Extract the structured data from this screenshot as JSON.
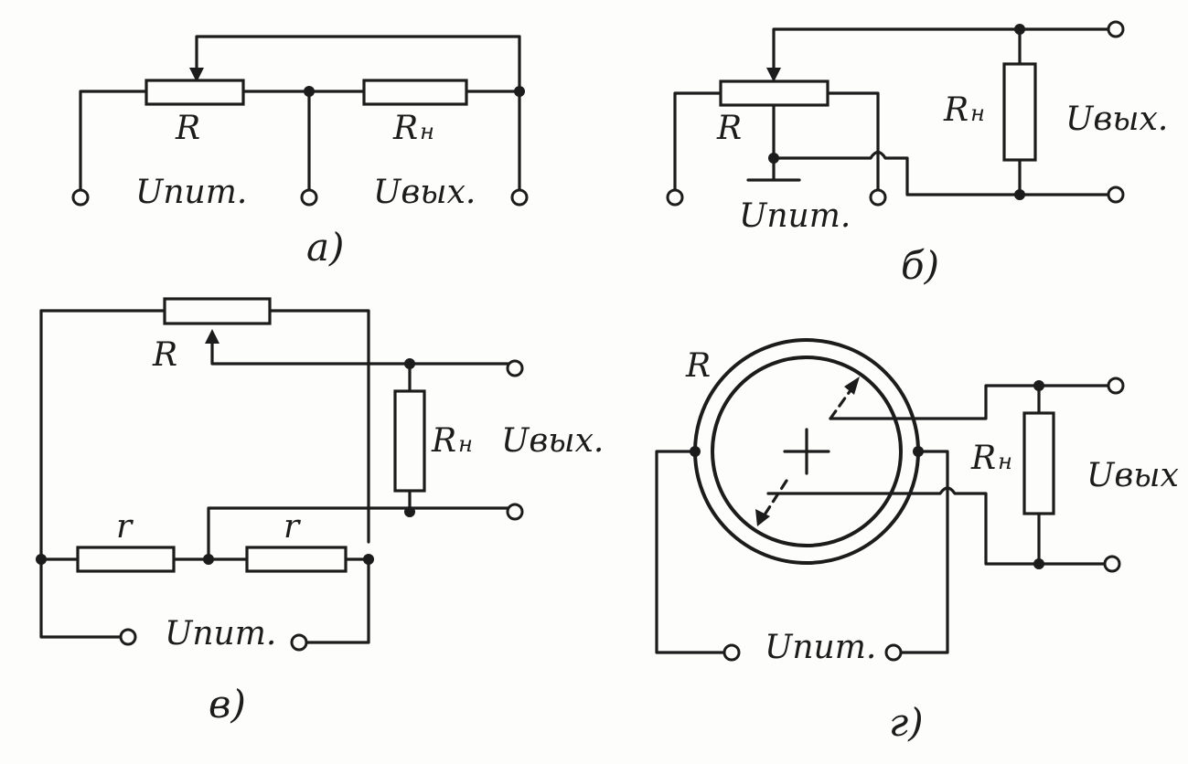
{
  "colors": {
    "ink": "#1c1c1c",
    "paper": "#fdfdfb"
  },
  "labels": {
    "R": "R",
    "R_load_main": "R",
    "R_load_sub": "н",
    "u_supply": "Uпит.",
    "u_out": "Uвых.",
    "u_out_plain": "Uвых",
    "r_small": "r"
  },
  "captions": {
    "a": "а)",
    "b": "б)",
    "v": "в)",
    "g": "г)"
  }
}
